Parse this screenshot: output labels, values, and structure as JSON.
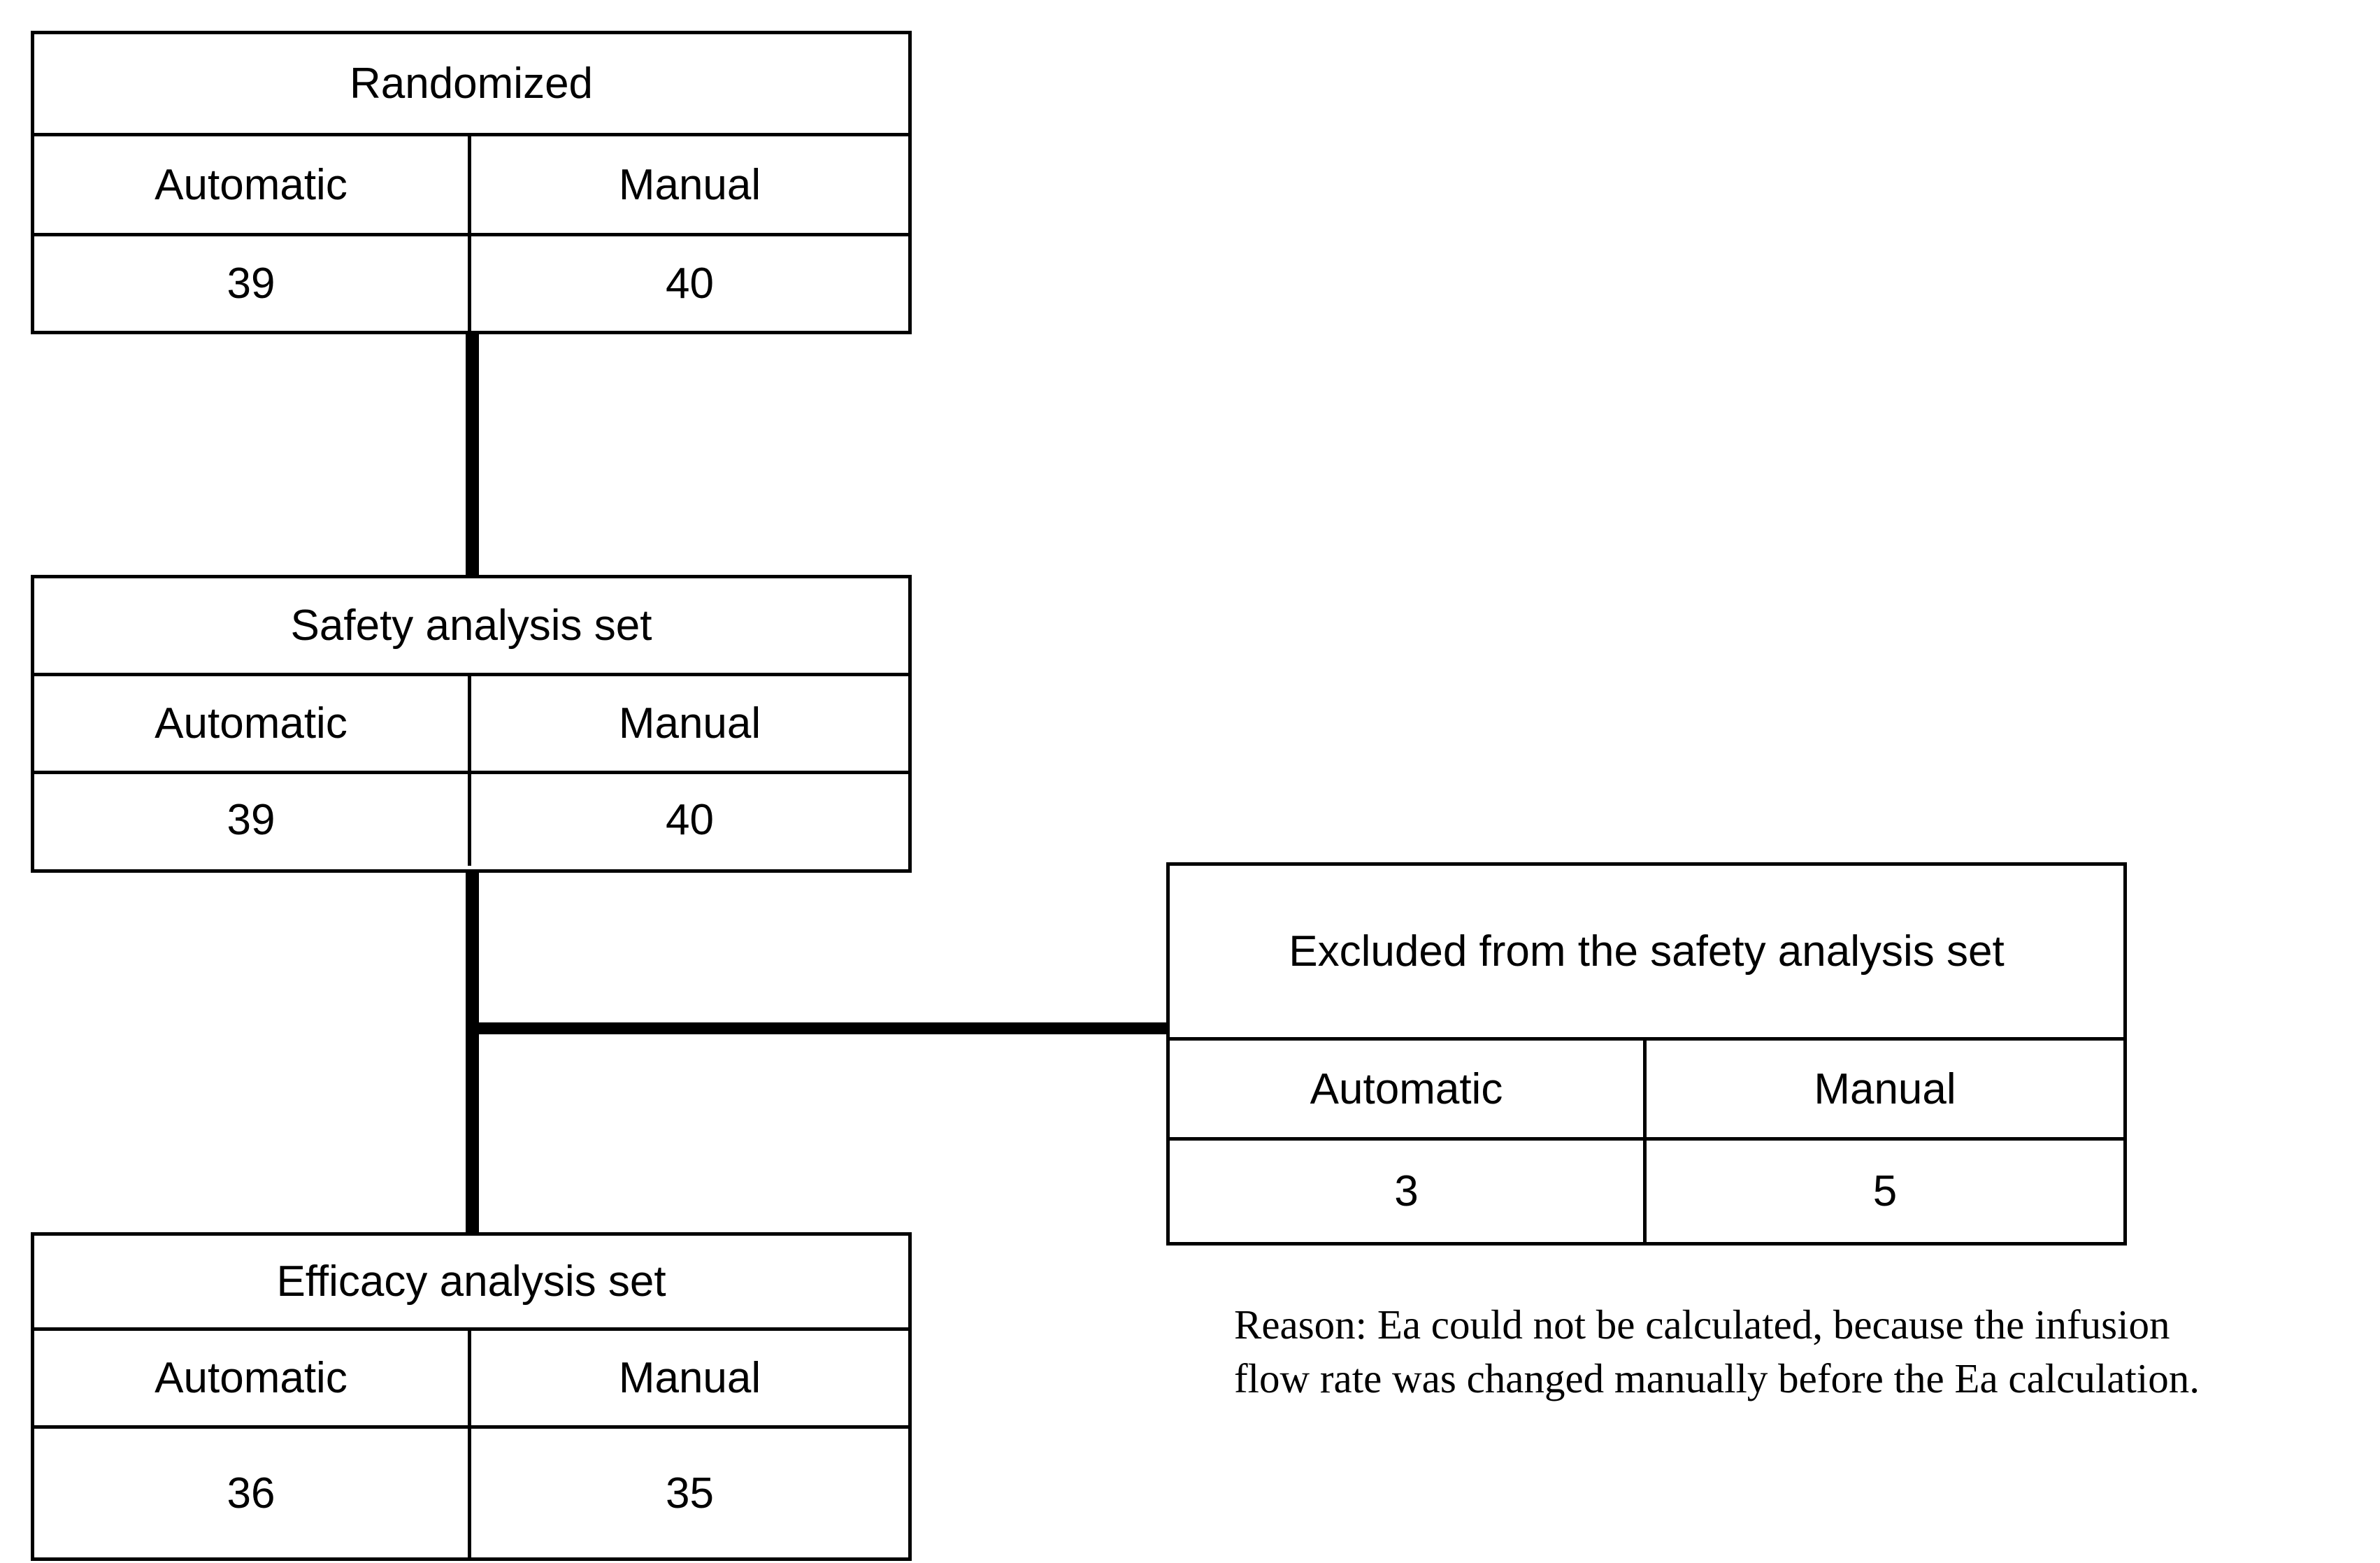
{
  "diagram": {
    "type": "consort-flow-diagram",
    "columns": [
      "Automatic",
      "Manual"
    ],
    "nodes": [
      {
        "id": "randomized",
        "title": "Randomized",
        "headers": [
          "Automatic",
          "Manual"
        ],
        "values": [
          "39",
          "40"
        ]
      },
      {
        "id": "safety-analysis-set",
        "title": "Safety analysis set",
        "headers": [
          "Automatic",
          "Manual"
        ],
        "values": [
          "39",
          "40"
        ]
      },
      {
        "id": "excluded-from-safety-analysis-set",
        "title": "Excluded from the safety analysis set",
        "headers": [
          "Automatic",
          "Manual"
        ],
        "values": [
          "3",
          "5"
        ]
      },
      {
        "id": "efficacy-analysis-set",
        "title": "Efficacy analysis set",
        "headers": [
          "Automatic",
          "Manual"
        ],
        "values": [
          "36",
          "35"
        ]
      }
    ],
    "note": {
      "id": "exclusion-reason",
      "text": "Reason: Ea could not be calculated, because the infusion flow rate was changed manually before the Ea calculation."
    },
    "colors": {
      "line": "#000000",
      "text": "#000000",
      "background": "#ffffff"
    }
  }
}
